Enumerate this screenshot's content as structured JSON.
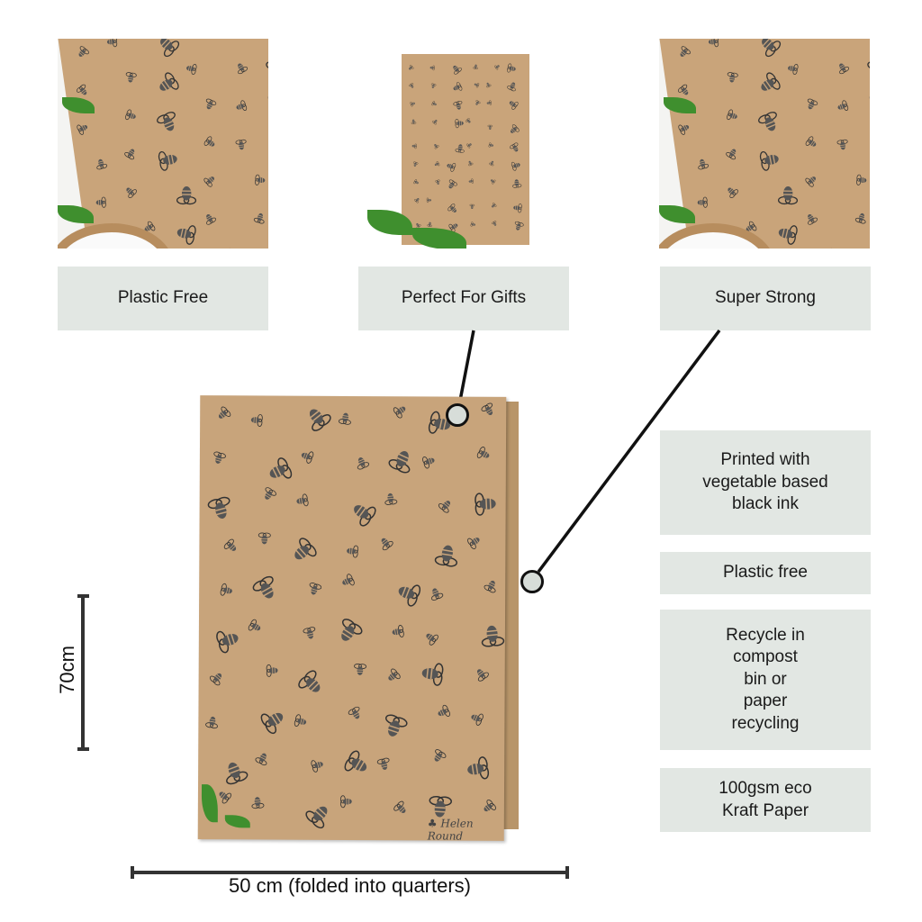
{
  "features_top": [
    {
      "label": "Plastic Free"
    },
    {
      "label": "Perfect For Gifts"
    },
    {
      "label": "Super Strong"
    }
  ],
  "features_side": [
    {
      "label": "Printed with vegetable based black ink"
    },
    {
      "label": "Plastic free"
    },
    {
      "label": "Recycle in compost bin or paper recycling"
    },
    {
      "label": "100gsm eco Kraft Paper"
    }
  ],
  "dimensions": {
    "height": "70cm",
    "width": "50 cm (folded into quarters)"
  },
  "signature": "Helen Round",
  "colors": {
    "kraft": "#c8a47b",
    "label_bg": "#e2e7e3",
    "ink": "#111111"
  }
}
